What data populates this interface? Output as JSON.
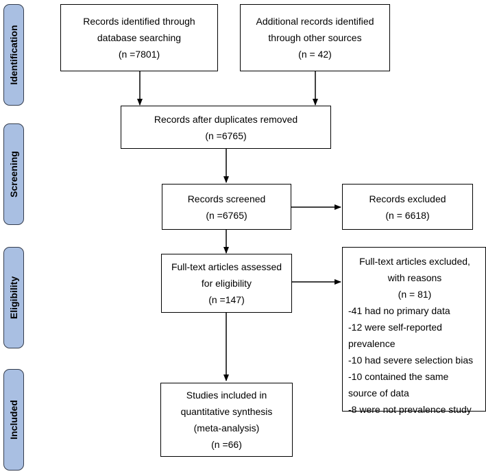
{
  "stages": {
    "identification": "Identification",
    "screening": "Screening",
    "eligibility": "Eligibility",
    "included": "Included"
  },
  "boxes": {
    "database": {
      "line1": "Records identified through",
      "line2": "database searching",
      "line3": "(n =7801)"
    },
    "other": {
      "line1": "Additional records identified",
      "line2": "through other sources",
      "line3": "(n = 42)"
    },
    "dedup": {
      "line1": "Records after duplicates removed",
      "line2": "(n =6765)"
    },
    "screened": {
      "line1": "Records screened",
      "line2": "(n =6765)"
    },
    "excluded": {
      "line1": "Records excluded",
      "line2": "(n = 6618)"
    },
    "fulltext": {
      "line1": "Full-text articles assessed",
      "line2": "for eligibility",
      "line3": "(n =147)"
    },
    "fulltext_excluded": {
      "header1": "Full-text articles excluded,",
      "header2": "with reasons",
      "header3": "(n = 81)",
      "reasons": [
        "-41 had no primary data",
        "-12 were self-reported",
        "prevalence",
        "-10 had severe selection bias",
        "-10 contained the same",
        "source of data",
        "-8 were not prevalence study"
      ]
    },
    "included": {
      "line1": "Studies included in",
      "line2": "quantitative synthesis",
      "line3": "(meta-analysis)",
      "line4": "(n =66)"
    }
  }
}
